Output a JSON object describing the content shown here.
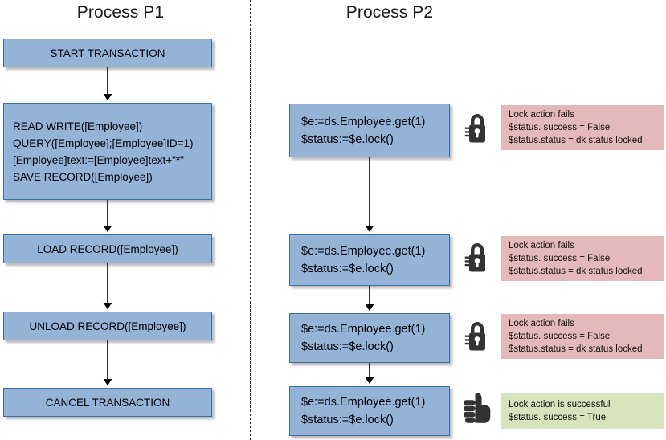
{
  "columns": [
    {
      "id": "p1",
      "title": "Process P1"
    },
    {
      "id": "p2",
      "title": "Process P2"
    }
  ],
  "colors": {
    "box_fill": "#95b3d7",
    "box_border": "#3f6ea5",
    "note_fail_fill": "#e4b9b9",
    "note_ok_fill": "#d6e3bc",
    "icon_dark": "#333333",
    "divider": "#2b2b2b",
    "arrow": "#000000",
    "background": "#ffffff"
  },
  "p1": {
    "title": "Process P1",
    "steps": [
      {
        "id": "start",
        "label": "START TRANSACTION"
      },
      {
        "id": "body",
        "label": "READ WRITE([Employee])\nQUERY([Employee];[Employee]ID=1)\n[Employee]text:=[Employee]text+\"*\"\nSAVE RECORD([Employee])"
      },
      {
        "id": "load",
        "label": "LOAD RECORD([Employee])"
      },
      {
        "id": "unload",
        "label": "UNLOAD RECORD([Employee])"
      },
      {
        "id": "cancel",
        "label": "CANCEL TRANSACTION"
      }
    ]
  },
  "p2": {
    "title": "Process P2",
    "steps": [
      {
        "id": "attempt-1",
        "code": "$e:=ds.Employee.get(1)\n$status:=$e.lock()",
        "icon": "padlock-locked-icon",
        "note_kind": "fail",
        "note": "Lock action fails\n$status. success = False\n$status.status = dk status locked"
      },
      {
        "id": "attempt-2",
        "code": "$e:=ds.Employee.get(1)\n$status:=$e.lock()",
        "icon": "padlock-locked-icon",
        "note_kind": "fail",
        "note": "Lock action fails\n$status. success = False\n$status.status = dk status locked"
      },
      {
        "id": "attempt-3",
        "code": "$e:=ds.Employee.get(1)\n$status:=$e.lock()",
        "icon": "padlock-locked-icon",
        "note_kind": "fail",
        "note": "Lock action fails\n$status. success = False\n$status.status = dk status locked"
      },
      {
        "id": "attempt-4",
        "code": "$e:=ds.Employee.get(1)\n$status:=$e.lock()",
        "icon": "thumbs-up-icon",
        "note_kind": "ok",
        "note": "Lock action is successful\n$status. success = True"
      }
    ]
  }
}
